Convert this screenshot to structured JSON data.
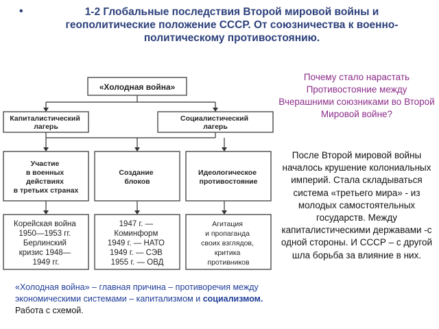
{
  "slide": {
    "bullet": "•",
    "title": "1-2 Глобальные последствия Второй мировой войны и геополитические положение СССР. От союзничества к военно-политическому противостоянию."
  },
  "scheme": {
    "root": "«Холодная война»",
    "camps": [
      [
        "Капиталистический",
        "лагерь"
      ],
      [
        "Социалистический",
        "лагерь"
      ]
    ],
    "forms": [
      [
        "Участие",
        "в военных",
        "действиях",
        "в третьих странах"
      ],
      [
        "Создание",
        "блоков"
      ],
      [
        "Идеологическое",
        "противостояние"
      ]
    ],
    "details": [
      [
        "Корейская война",
        "1950—1953 гг.",
        "Берлинский",
        "кризис 1948—",
        "1949 гг."
      ],
      [
        "1947 г. —",
        "Коминформ",
        "1949 г. — НАТО",
        "1949 г. — СЭВ",
        "1955 г. — ОВД"
      ],
      [
        "Агитация",
        "и пропаганда",
        "своих взглядов,",
        "критика",
        "противников"
      ]
    ]
  },
  "side": {
    "question": "Почему стало нарастать Противостояние между Вчерашними союзниками во Второй Мировой войне?",
    "text": "После Второй мировой войны началось крушение колониальных империй. Стала складываться система «третьего мира» - из молодых самостоятельных государств. Между капиталистическими державами -с одной стороны. И СССР – с другой шла борьба за влияние в них."
  },
  "bottom": {
    "part1": "«Холодная война» – главная причина – противоречия между экономическими системами – капитализмом и ",
    "part2": "социализмом.",
    "part3": " Работа с схемой."
  },
  "colors": {
    "title": "#2b3f7a",
    "question": "#8b2c8a",
    "bottom": "#1f3d99",
    "box_fill": "#ffffff",
    "box_stroke": "#555555"
  }
}
